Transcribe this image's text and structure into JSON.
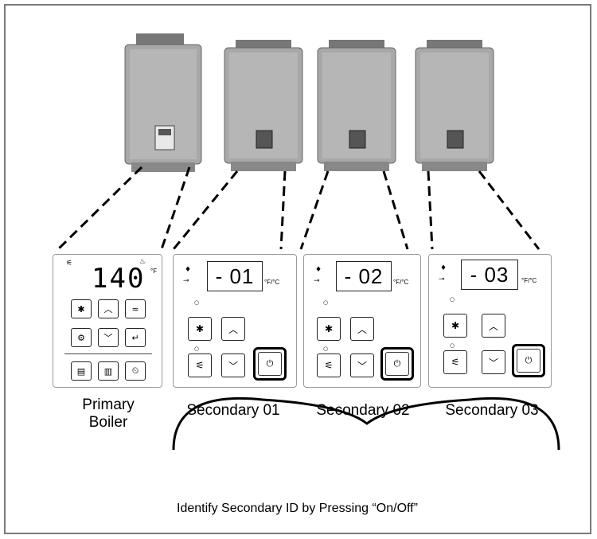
{
  "primary": {
    "display_value": "140",
    "unit": "°F",
    "label_line1": "Primary",
    "label_line2": "Boiler"
  },
  "secondaries": [
    {
      "display": "- 01",
      "unit": "°F/°C",
      "label": "Secondary 01"
    },
    {
      "display": "- 02",
      "unit": "°F/°C",
      "label": "Secondary 02"
    },
    {
      "display": "- 03",
      "unit": "°F/°C",
      "label": "Secondary 03"
    }
  ],
  "caption": "Identify Secondary ID by Pressing “On/Off”",
  "icons": {
    "bluetooth": "bluetooth-icon",
    "up": "chevron-up-icon",
    "down": "chevron-down-icon",
    "power": "power-icon",
    "flame": "flame-icon",
    "key": "key-icon",
    "settings": "gear-icon",
    "enter": "enter-icon",
    "double_up": "double-chevron-up-icon"
  }
}
